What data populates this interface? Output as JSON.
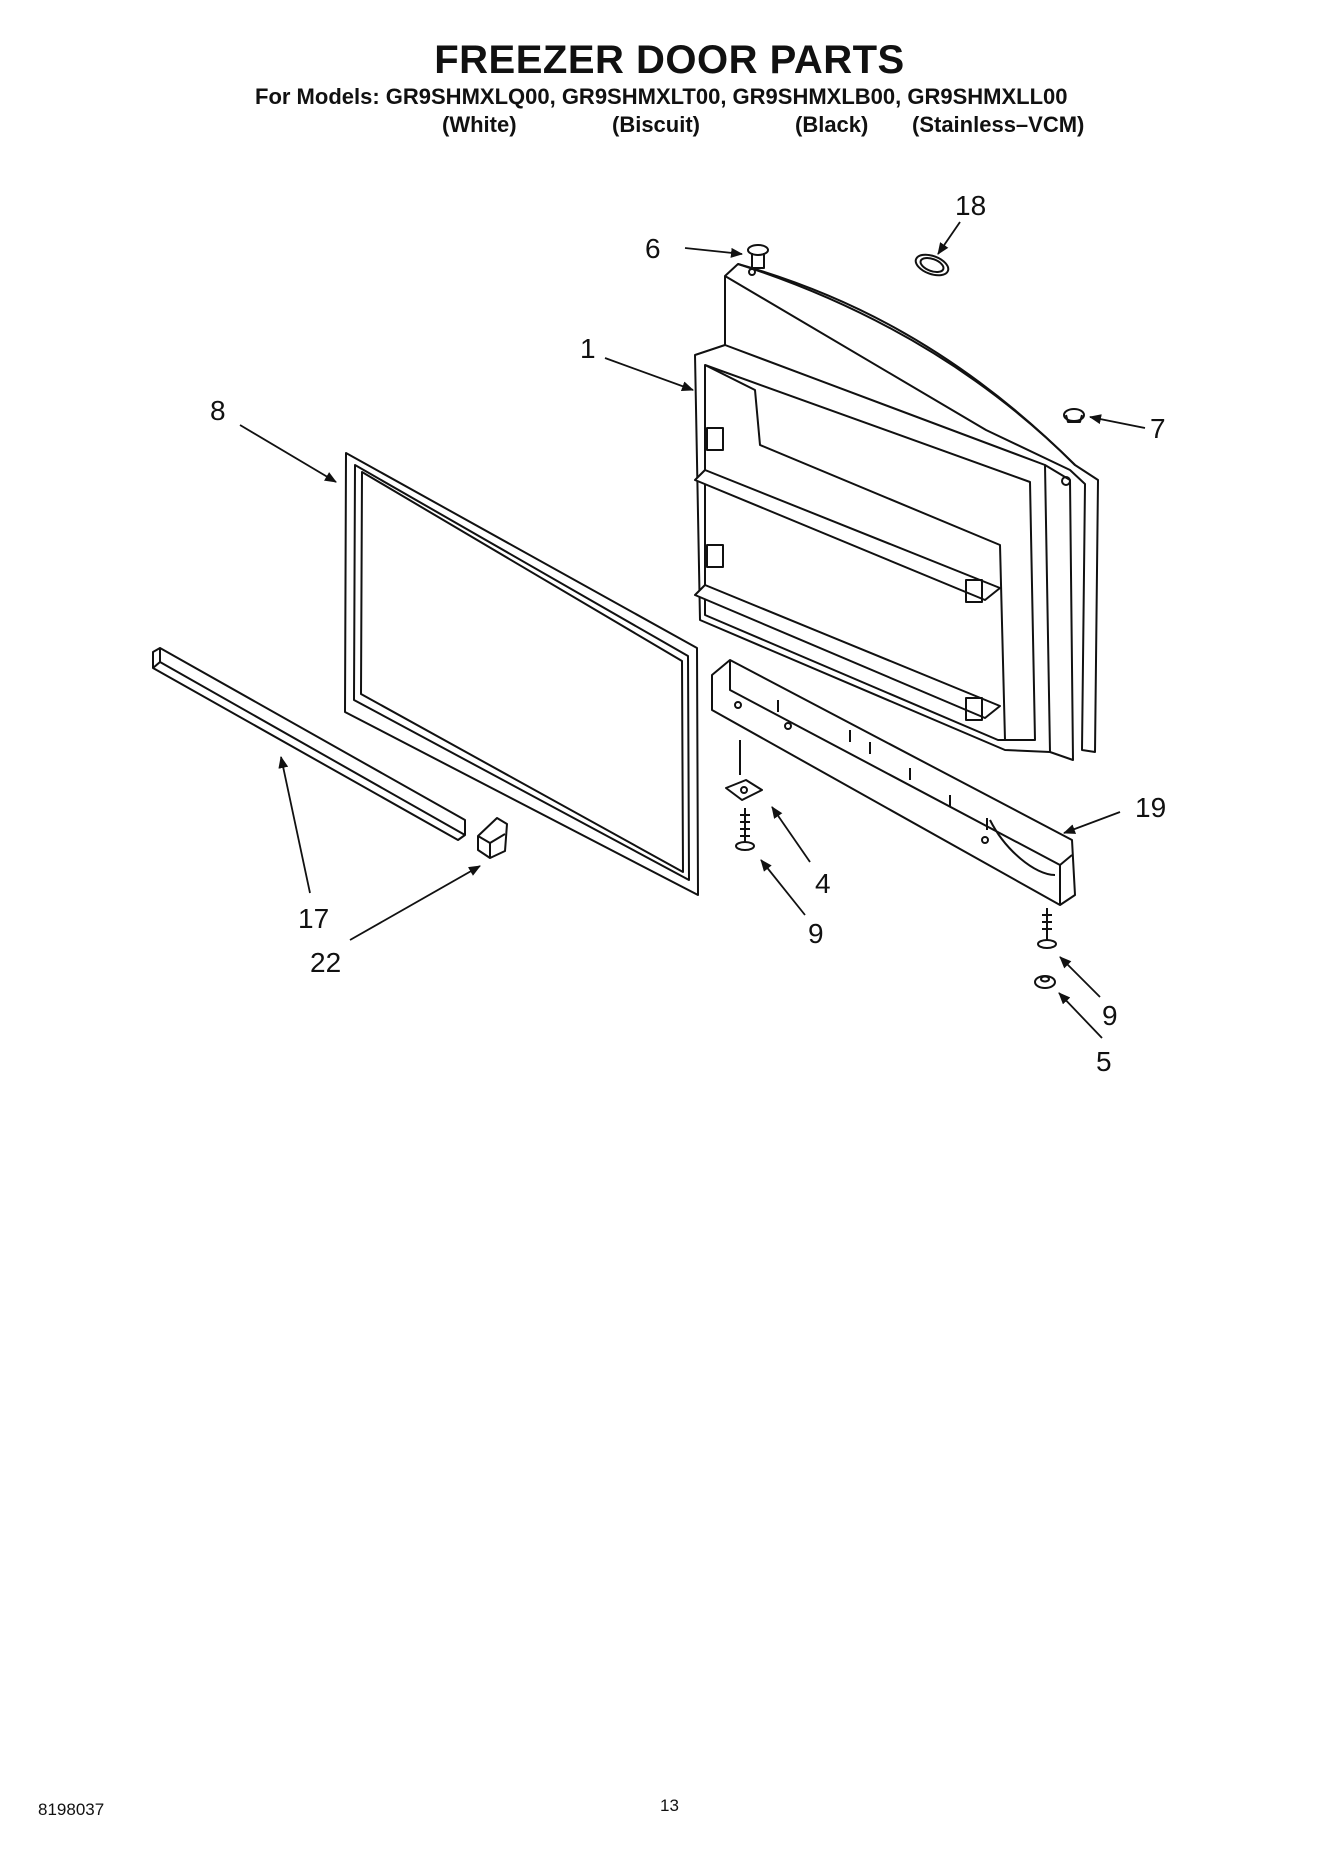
{
  "header": {
    "title": "FREEZER DOOR PARTS",
    "models_line": "For Models: GR9SHMXLQ00, GR9SHMXLT00, GR9SHMXLB00, GR9SHMXLL00",
    "colors": [
      "(White)",
      "(Biscuit)",
      "(Black)",
      "(Stainless–VCM)"
    ]
  },
  "callouts": {
    "c1": "1",
    "c4": "4",
    "c5": "5",
    "c6": "6",
    "c7": "7",
    "c8": "8",
    "c9a": "9",
    "c9b": "9",
    "c17": "17",
    "c18": "18",
    "c19": "19",
    "c22": "22"
  },
  "footer": {
    "doc_number": "8198037",
    "page_number": "13"
  }
}
